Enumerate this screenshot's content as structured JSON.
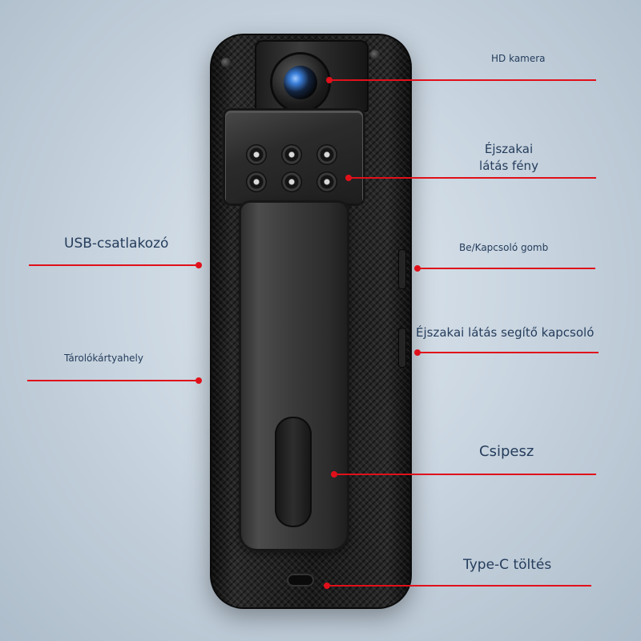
{
  "callouts": {
    "hd_camera": "HD kamera",
    "night_light_line1": "Éjszakai",
    "night_light_line2": "látás fény",
    "usb": "USB-csatlakozó",
    "power_button": "Be/Kapcsoló gomb",
    "card_slot": "Tárolókártyahely",
    "night_switch": "Éjszakai látás segítő kapcsoló",
    "clip": "Csipesz",
    "typec": "Type-C töltés"
  },
  "colors": {
    "accent_line": "#e0101a",
    "label_text": "#253d5c"
  }
}
